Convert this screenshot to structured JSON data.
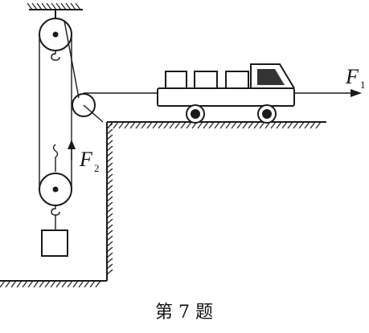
{
  "labels": {
    "force_truck": "F",
    "force_truck_subscript": "1",
    "force_rope": "F",
    "force_rope_subscript": "2"
  },
  "caption": "第 7 题",
  "colors": {
    "ink": "#1a1a1a",
    "background": "#ffffff"
  }
}
